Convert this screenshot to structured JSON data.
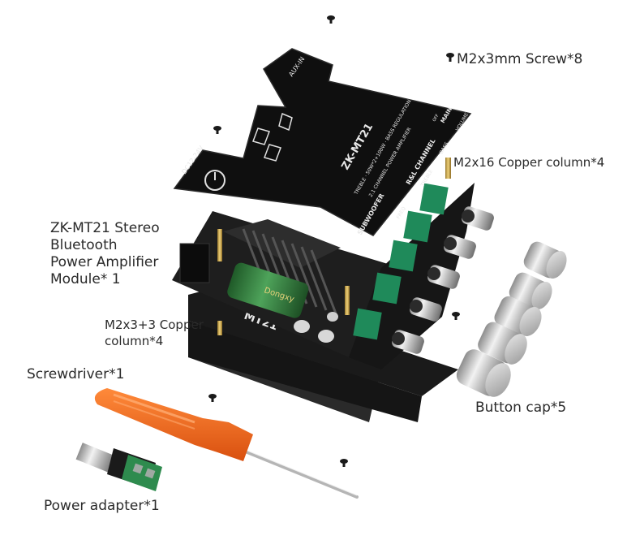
{
  "labels": {
    "screw": "M2x3mm Screw*8",
    "copper16": "M2x16 Copper column*4",
    "module_line1": "ZK-MT21 Stereo",
    "module_line2": "Bluetooth",
    "module_line3": "Power Amplifier",
    "module_line4": "Module* 1",
    "copper3_line1": "M2x3+3 Copper",
    "copper3_line2": "column*4",
    "screwdriver": "Screwdriver*1",
    "button_cap": "Button cap*5",
    "power_adapter": "Power adapter*1"
  },
  "pcb_print": {
    "model": "ZK-MT21",
    "spec": "TREBLE · 50W*2+100W · BASS REGULATION",
    "desc": "2.1 CHANNEL POWER AMPLIFIER",
    "channel": "R&L CHANNEL",
    "subwoofer": "SUBWOOFER",
    "treble": "TREBLE",
    "bass": "BASS",
    "volume": "VOLUME",
    "freq": "FREQ",
    "main": "MAIN",
    "off": "OFF",
    "aux": "AUX-IN",
    "dc": "DC12-24V",
    "bottom_model": "MT21",
    "cap_brand": "Dongxy"
  },
  "colors": {
    "board": "#111111",
    "board_edge": "#2b2b2b",
    "knob_block": "#1f8a5a",
    "capacitor": "#2f7d3a",
    "screwdriver_handle": "#f26a1b",
    "adapter_green": "#2e8b4e",
    "brass": "#c9a24a"
  }
}
